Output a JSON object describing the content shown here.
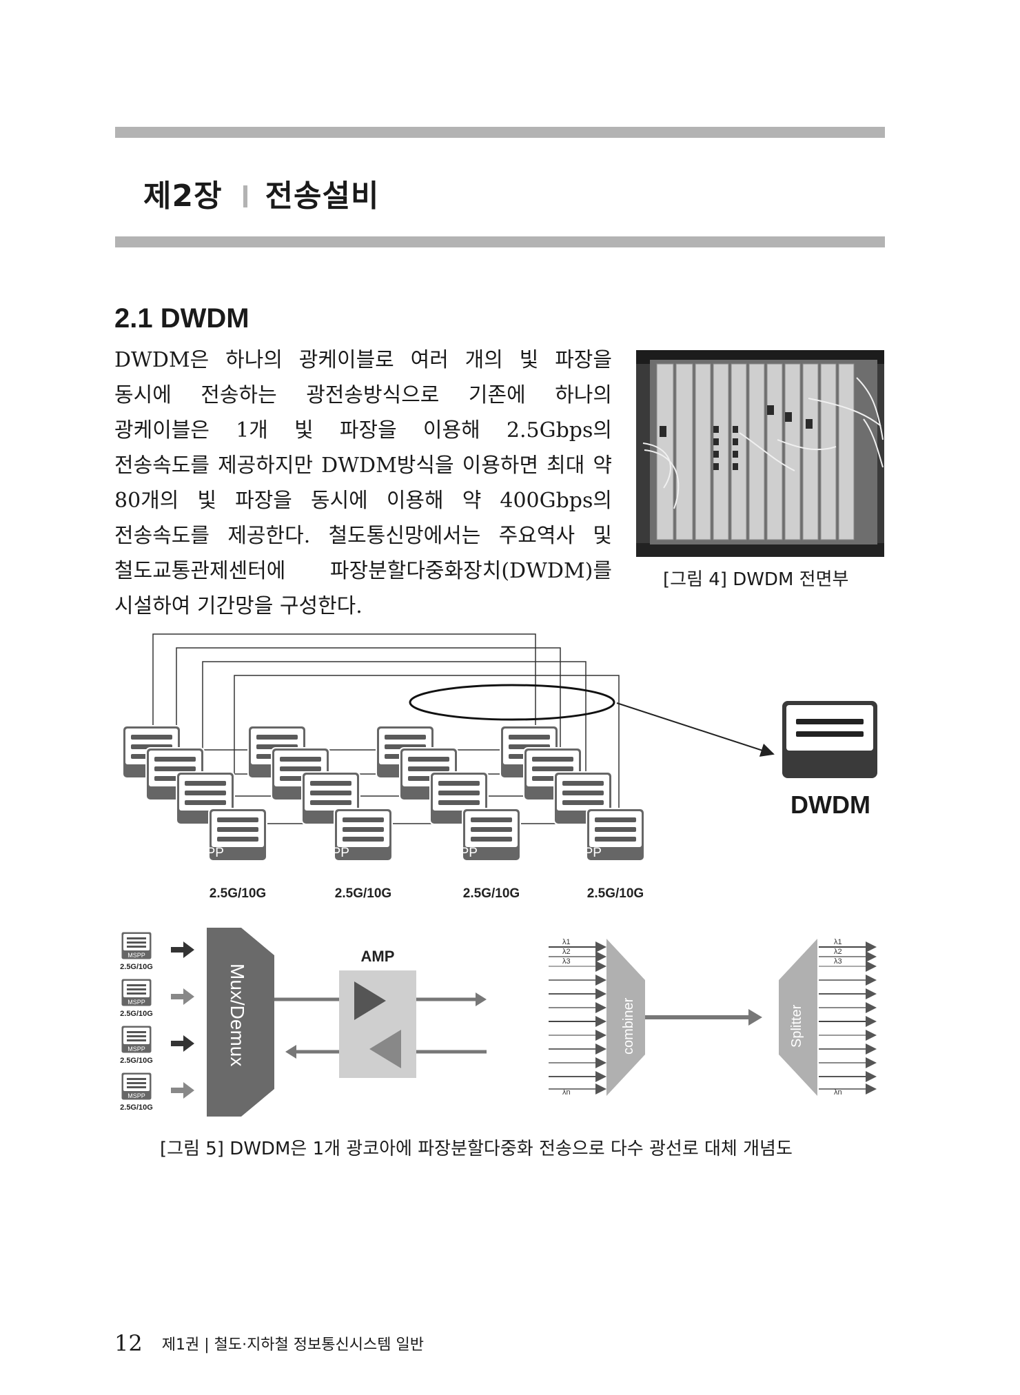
{
  "chapter": {
    "label": "제2장",
    "title": "전송설비"
  },
  "section": {
    "title": "2.1 DWDM"
  },
  "body_text": "DWDM은 하나의 광케이블로 여러 개의 빛 파장을 동시에 전송하는 광전송방식으로 기존에 하나의 광케이블은 1개 빛 파장을 이용해 2.5Gbps의 전송속도를 제공하지만 DWDM방식을 이용하면 최대 약 80개의 빛 파장을 동시에 이용해 약 400Gbps의 전송속도를 제공한다. 철도통신망에서는 주요역사 및 철도교통관제센터에 파장분할다중화장치(DWDM)를 시설하여 기간망을 구성한다.",
  "figure4": {
    "caption": "[그림 4] DWDM 전면부"
  },
  "figure5": {
    "caption": "[그림 5] DWDM은 1개 광코아에 파장분할다중화 전송으로 다수 광선로 대체 개념도",
    "device_label": "MSPP",
    "rate_label": "2.5G/10G",
    "dwdm_label": "DWDM",
    "mux_label": "Mux/Demux",
    "amp_label": "AMP",
    "combiner_label": "combiner",
    "splitter_label": "Splitter",
    "lambda_labels": [
      "λ1",
      "λ2",
      "λ3",
      "λn"
    ]
  },
  "footer": {
    "page_number": "12",
    "text": "제1권 | 철도·지하철 정보통신시스템 일반"
  }
}
